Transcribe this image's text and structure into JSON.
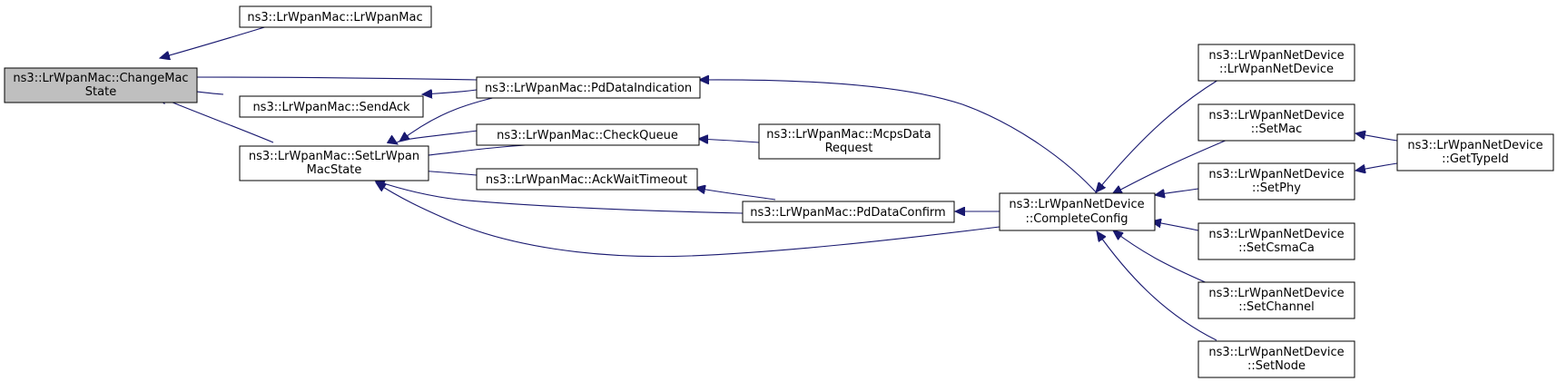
{
  "diagram": {
    "colors": {
      "edge": "#191970",
      "root_fill": "#bfbfbf",
      "node_fill": "#ffffff",
      "border": "#000000"
    },
    "nodes": [
      {
        "id": "changemacstate",
        "lines": [
          "ns3::LrWpanMac::ChangeMac",
          "State"
        ],
        "root": true
      },
      {
        "id": "lrwpanmac",
        "lines": [
          "ns3::LrWpanMac::LrWpanMac"
        ]
      },
      {
        "id": "sendack",
        "lines": [
          "ns3::LrWpanMac::SendAck"
        ]
      },
      {
        "id": "setlrwpanmacstate",
        "lines": [
          "ns3::LrWpanMac::SetLrWpan",
          "MacState"
        ]
      },
      {
        "id": "pddataindication",
        "lines": [
          "ns3::LrWpanMac::PdDataIndication"
        ]
      },
      {
        "id": "checkqueue",
        "lines": [
          "ns3::LrWpanMac::CheckQueue"
        ]
      },
      {
        "id": "ackwaittimeout",
        "lines": [
          "ns3::LrWpanMac::AckWaitTimeout"
        ]
      },
      {
        "id": "mcpsdatarequest",
        "lines": [
          "ns3::LrWpanMac::McpsData",
          "Request"
        ]
      },
      {
        "id": "pddataconfirm",
        "lines": [
          "ns3::LrWpanMac::PdDataConfirm"
        ]
      },
      {
        "id": "completeconfig",
        "lines": [
          "ns3::LrWpanNetDevice",
          "::CompleteConfig"
        ]
      },
      {
        "id": "lrwpannetdevice",
        "lines": [
          "ns3::LrWpanNetDevice",
          "::LrWpanNetDevice"
        ]
      },
      {
        "id": "setmac",
        "lines": [
          "ns3::LrWpanNetDevice",
          "::SetMac"
        ]
      },
      {
        "id": "setphy",
        "lines": [
          "ns3::LrWpanNetDevice",
          "::SetPhy"
        ]
      },
      {
        "id": "setcsmaca",
        "lines": [
          "ns3::LrWpanNetDevice",
          "::SetCsmaCa"
        ]
      },
      {
        "id": "setchannel",
        "lines": [
          "ns3::LrWpanNetDevice",
          "::SetChannel"
        ]
      },
      {
        "id": "setnode",
        "lines": [
          "ns3::LrWpanNetDevice",
          "::SetNode"
        ]
      },
      {
        "id": "gettypeid",
        "lines": [
          "ns3::LrWpanNetDevice",
          "::GetTypeId"
        ]
      }
    ],
    "edges": [
      {
        "from": "lrwpanmac",
        "to": "changemacstate"
      },
      {
        "from": "pddataindication",
        "to": "changemacstate"
      },
      {
        "from": "sendack",
        "to": "changemacstate"
      },
      {
        "from": "setlrwpanmacstate",
        "to": "changemacstate"
      },
      {
        "from": "pddataindication",
        "to": "sendack"
      },
      {
        "from": "pddataindication",
        "to": "setlrwpanmacstate"
      },
      {
        "from": "checkqueue",
        "to": "setlrwpanmacstate"
      },
      {
        "from": "ackwaittimeout",
        "to": "setlrwpanmacstate"
      },
      {
        "from": "pddataconfirm",
        "to": "setlrwpanmacstate"
      },
      {
        "from": "completeconfig",
        "to": "setlrwpanmacstate"
      },
      {
        "from": "completeconfig",
        "to": "pddataindication"
      },
      {
        "from": "mcpsdatarequest",
        "to": "checkqueue"
      },
      {
        "from": "pddataconfirm",
        "to": "ackwaittimeout"
      },
      {
        "from": "completeconfig",
        "to": "pddataconfirm"
      },
      {
        "from": "lrwpannetdevice",
        "to": "completeconfig"
      },
      {
        "from": "setmac",
        "to": "completeconfig"
      },
      {
        "from": "setphy",
        "to": "completeconfig"
      },
      {
        "from": "setcsmaca",
        "to": "completeconfig"
      },
      {
        "from": "setchannel",
        "to": "completeconfig"
      },
      {
        "from": "setnode",
        "to": "completeconfig"
      },
      {
        "from": "gettypeid",
        "to": "setmac"
      },
      {
        "from": "gettypeid",
        "to": "setphy"
      }
    ]
  }
}
